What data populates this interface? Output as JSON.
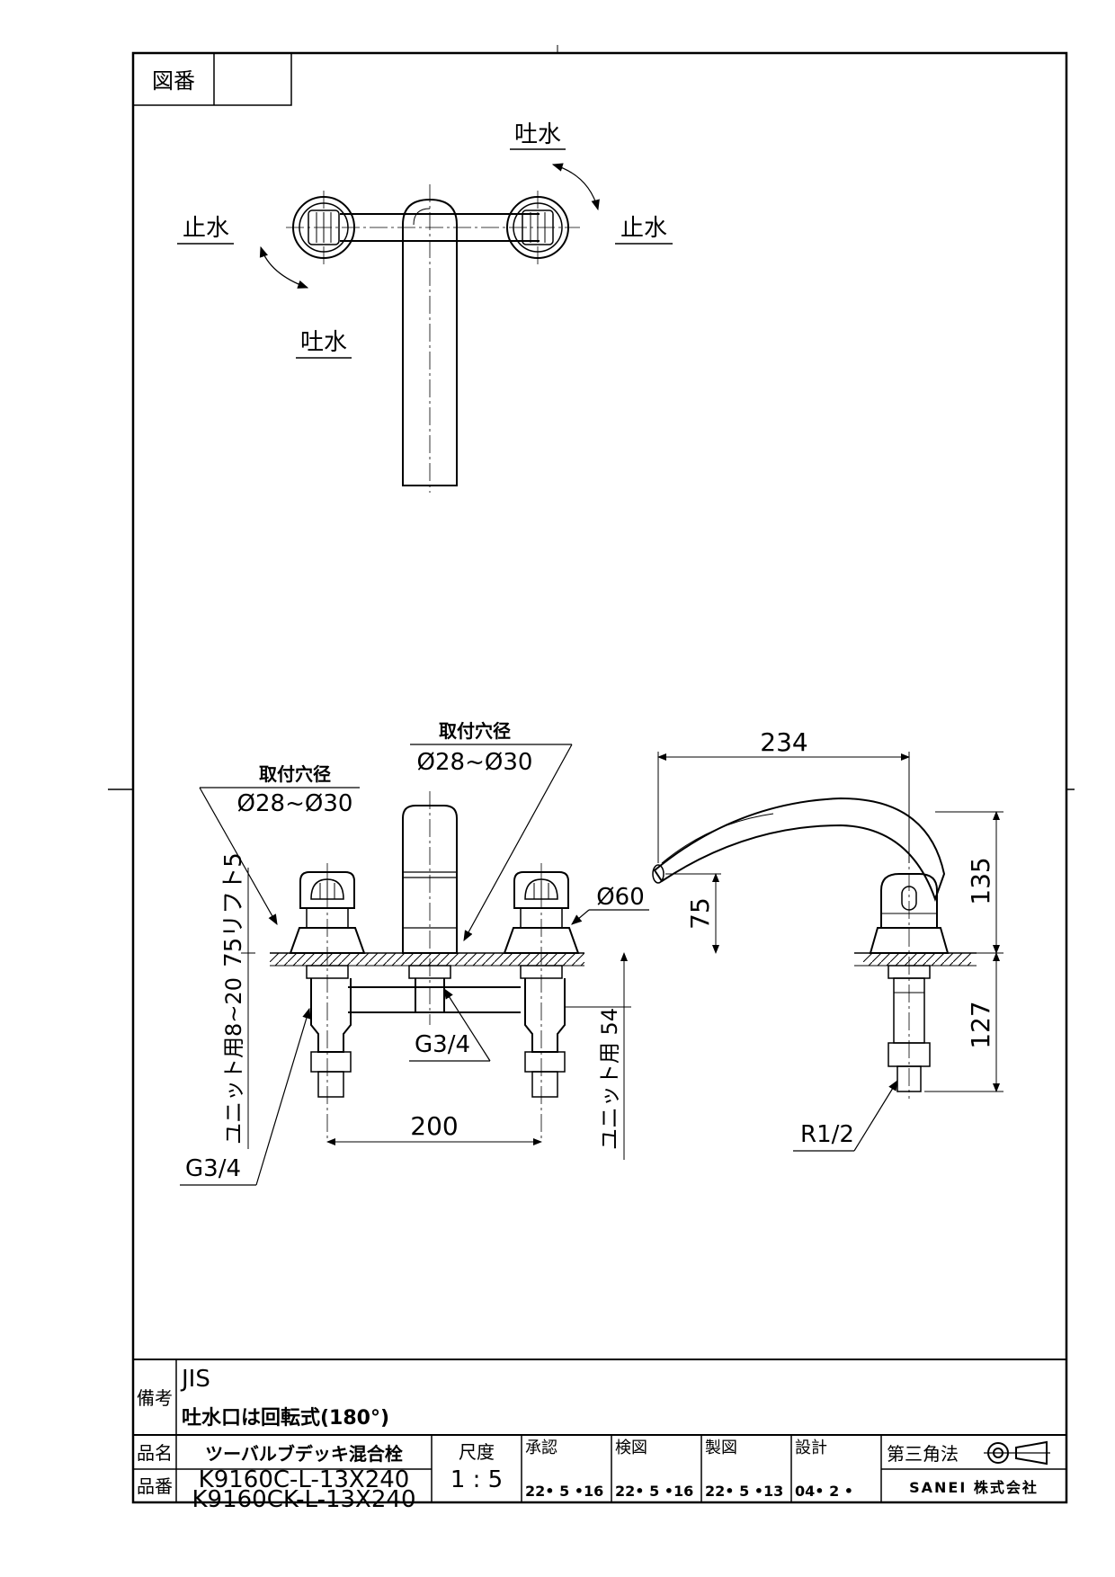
{
  "drawing_no_label": "図番",
  "drawing_no": "",
  "top_view": {
    "label_outlet_top": "吐水",
    "label_stop_left": "止水",
    "label_stop_right": "止水",
    "label_outlet_bottom": "吐水"
  },
  "front_view": {
    "mount_hole_left_title": "取付穴径",
    "mount_hole_left_dim": "Ø28~Ø30",
    "mount_hole_center_title": "取付穴径",
    "mount_hole_center_dim": "Ø28~Ø30",
    "lift_dim": "75リフト5",
    "unit_dim": "ユニット用8~20",
    "dia_60": "Ø60",
    "center_thread": "G3/4",
    "spacing": "200",
    "inlet_thread": "G3/4",
    "unit_54": "ユニット用 54"
  },
  "side_view": {
    "reach": "234",
    "height_75": "75",
    "height_135": "135",
    "depth_127": "127",
    "thread": "R1/2"
  },
  "title_block": {
    "remarks_label": "備考",
    "remarks_line1": "JIS",
    "remarks_line2": "吐水口は回転式(180°)",
    "name_label": "品名",
    "name_value": "ツーバルブデッキ混合栓",
    "part_label": "品番",
    "part_line1": "K9160C-L-13X240",
    "part_line2": "K9160CK-L-13X240",
    "scale_label": "尺度",
    "scale_value": "1 : 5",
    "approval_label": "承認",
    "approval_date": "22• 5 •16",
    "check_label": "検図",
    "check_date": "22• 5 •16",
    "draft_label": "製図",
    "draft_date": "22• 5 •13",
    "design_label": "設計",
    "design_date": "04• 2 •",
    "projection_label": "第三角法",
    "company": "SANEI 株式会社"
  }
}
